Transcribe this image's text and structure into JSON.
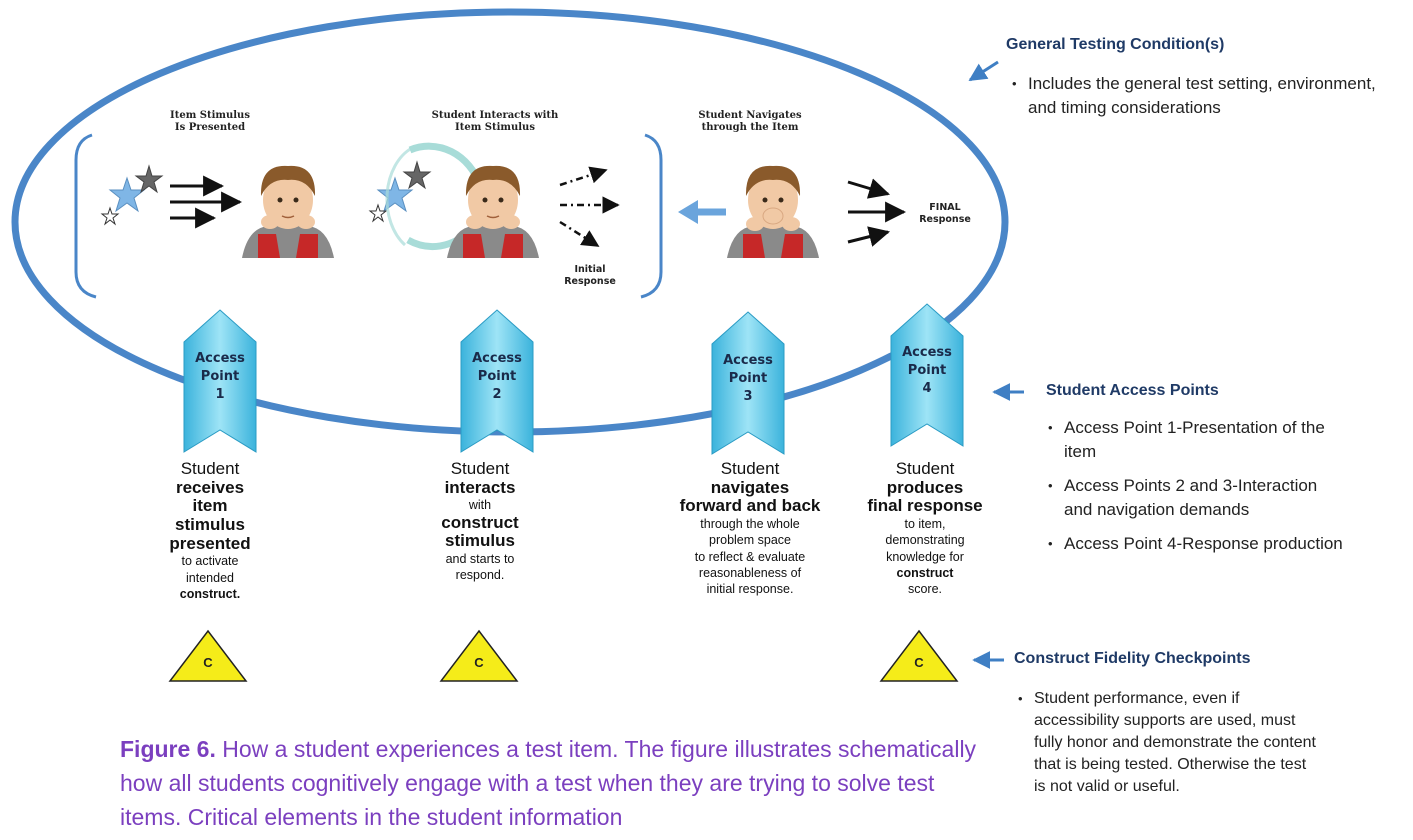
{
  "stages": [
    {
      "label_line1": "Item Stimulus",
      "label_line2": "Is Presented"
    },
    {
      "label_line1": "Student Interacts with",
      "label_line2": "Item Stimulus"
    },
    {
      "label_line1": "Student Navigates",
      "label_line2": "through the Item"
    }
  ],
  "responses": {
    "initial_line1": "Initial",
    "initial_line2": "Response",
    "final_line1": "FINAL",
    "final_line2": "Response"
  },
  "access_points": [
    {
      "line1": "Access",
      "line2": "Point",
      "number": "1"
    },
    {
      "line1": "Access",
      "line2": "Point",
      "number": "2"
    },
    {
      "line1": "Access",
      "line2": "Point",
      "number": "3"
    },
    {
      "line1": "Access",
      "line2": "Point",
      "number": "4"
    }
  ],
  "descriptions": [
    {
      "l1": "Student",
      "l2": "receives",
      "l3": "item",
      "l4": "stimulus",
      "l5": "presented",
      "l6": "to activate",
      "l7": "intended",
      "l8": "construct."
    },
    {
      "l1": "Student",
      "l2": "interacts",
      "l3": "with",
      "l4": "construct",
      "l5": "stimulus",
      "l6": "and starts to",
      "l7": "respond."
    },
    {
      "l1": "Student",
      "l2": "navigates",
      "l3": "forward and back",
      "l4": "through the whole",
      "l5": "problem space",
      "l6": "to reflect & evaluate",
      "l7": "reasonableness of",
      "l8": "initial response."
    },
    {
      "l1": "Student",
      "l2": "produces",
      "l3": "final response",
      "l4": "to item,",
      "l5": "demonstrating",
      "l6": "knowledge for",
      "l7": "construct",
      "l8": "score."
    }
  ],
  "checkpoint_letter": "C",
  "legend": {
    "general": {
      "heading": "General Testing Condition(s)",
      "bullet": "Includes the general test setting, environment, and timing considerations"
    },
    "access": {
      "heading": "Student Access Points",
      "bullets": [
        "Access Point 1-Presentation of the item",
        "Access Points 2 and 3-Interaction and navigation demands",
        "Access Point 4-Response production"
      ]
    },
    "fidelity": {
      "heading": "Construct Fidelity Checkpoints",
      "bullet": "Student performance, even if accessibility supports are used, must fully honor and demonstrate the content that is being tested. Otherwise the test is not valid or useful."
    }
  },
  "caption": {
    "figure_label": "Figure 6.",
    "text": "How a student experiences a test item. The figure illustrates schematically how all students cognitively engage with a test when they are trying to solve test items. Critical elements in the student information"
  },
  "colors": {
    "ellipse": "#4a86c8",
    "pointer_arrow": "#3f7fc4",
    "access_fill": "#5ec8e8",
    "checkpoint_fill": "#f5ec19",
    "caption": "#7b3fbf",
    "heading": "#1f3a66"
  }
}
